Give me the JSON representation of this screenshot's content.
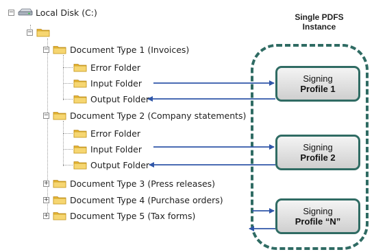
{
  "tree": {
    "drive": {
      "label": "Local Disk (C:)",
      "icon": "drive-icon"
    },
    "root_folder": {
      "label": "",
      "icon": "folder-icon"
    },
    "doc1": {
      "label": "Document Type 1 (Invoices)",
      "children": [
        "Error Folder",
        "Input Folder",
        "Output Folder"
      ]
    },
    "doc2": {
      "label": "Document Type 2 (Company statements)",
      "children": [
        "Error Folder",
        "Input Folder",
        "Output Folder"
      ]
    },
    "doc3": {
      "label": "Document Type 3 (Press releases)"
    },
    "doc4": {
      "label": "Document Type 4 (Purchase orders)"
    },
    "doc5": {
      "label": "Document Type 5 (Tax forms)"
    },
    "expanded_symbol": "−",
    "collapsed_symbol": "+"
  },
  "instance": {
    "title_line1": "Single PDFS",
    "title_line2": "Instance",
    "border_color": "#2f6b63"
  },
  "profiles": [
    {
      "line1": "Signing",
      "line2": "Profile 1"
    },
    {
      "line1": "Signing",
      "line2": "Profile 2"
    },
    {
      "line1": "Signing",
      "line2": "Profile “N”"
    }
  ],
  "colors": {
    "arrow": "#2f56a8",
    "folder": "#f2c94c",
    "folder_dark": "#c89a1e"
  }
}
